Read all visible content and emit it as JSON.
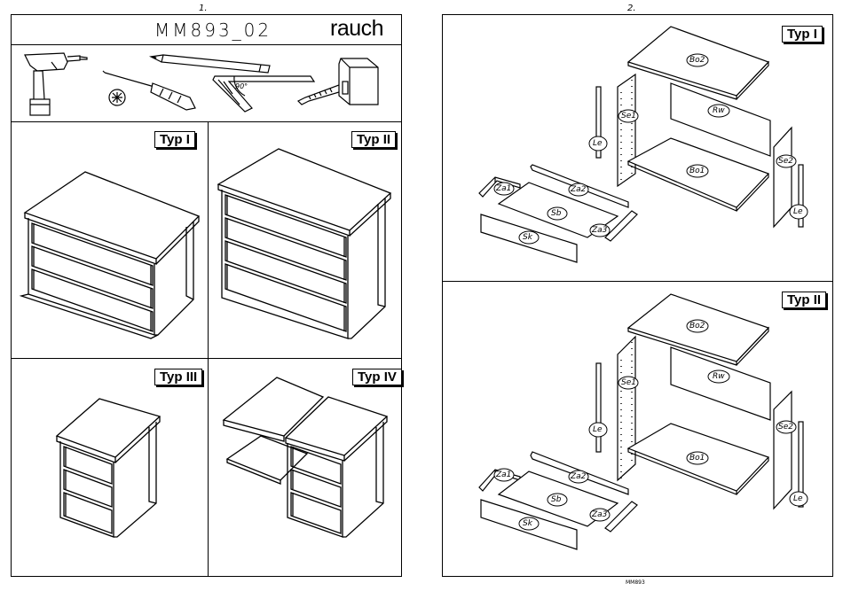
{
  "page_left": {
    "number": "1.",
    "title": "MM893_02",
    "brand": "rauch",
    "tools": {
      "angle": "90°"
    },
    "panels": [
      {
        "label": "Typ I"
      },
      {
        "label": "Typ II"
      },
      {
        "label": "Typ III"
      },
      {
        "label": "Typ IV"
      }
    ]
  },
  "page_right": {
    "number": "2.",
    "sections": [
      {
        "label": "Typ I"
      },
      {
        "label": "Typ II"
      }
    ],
    "parts": {
      "bo2": "Bo2",
      "rw": "Rw",
      "se1": "Se1",
      "le": "Le",
      "bo1": "Bo1",
      "se2": "Se2",
      "za1": "Za1",
      "za2": "Za2",
      "sb": "Sb",
      "za3": "Za3",
      "sk": "Sk"
    },
    "footer": "MM893"
  }
}
